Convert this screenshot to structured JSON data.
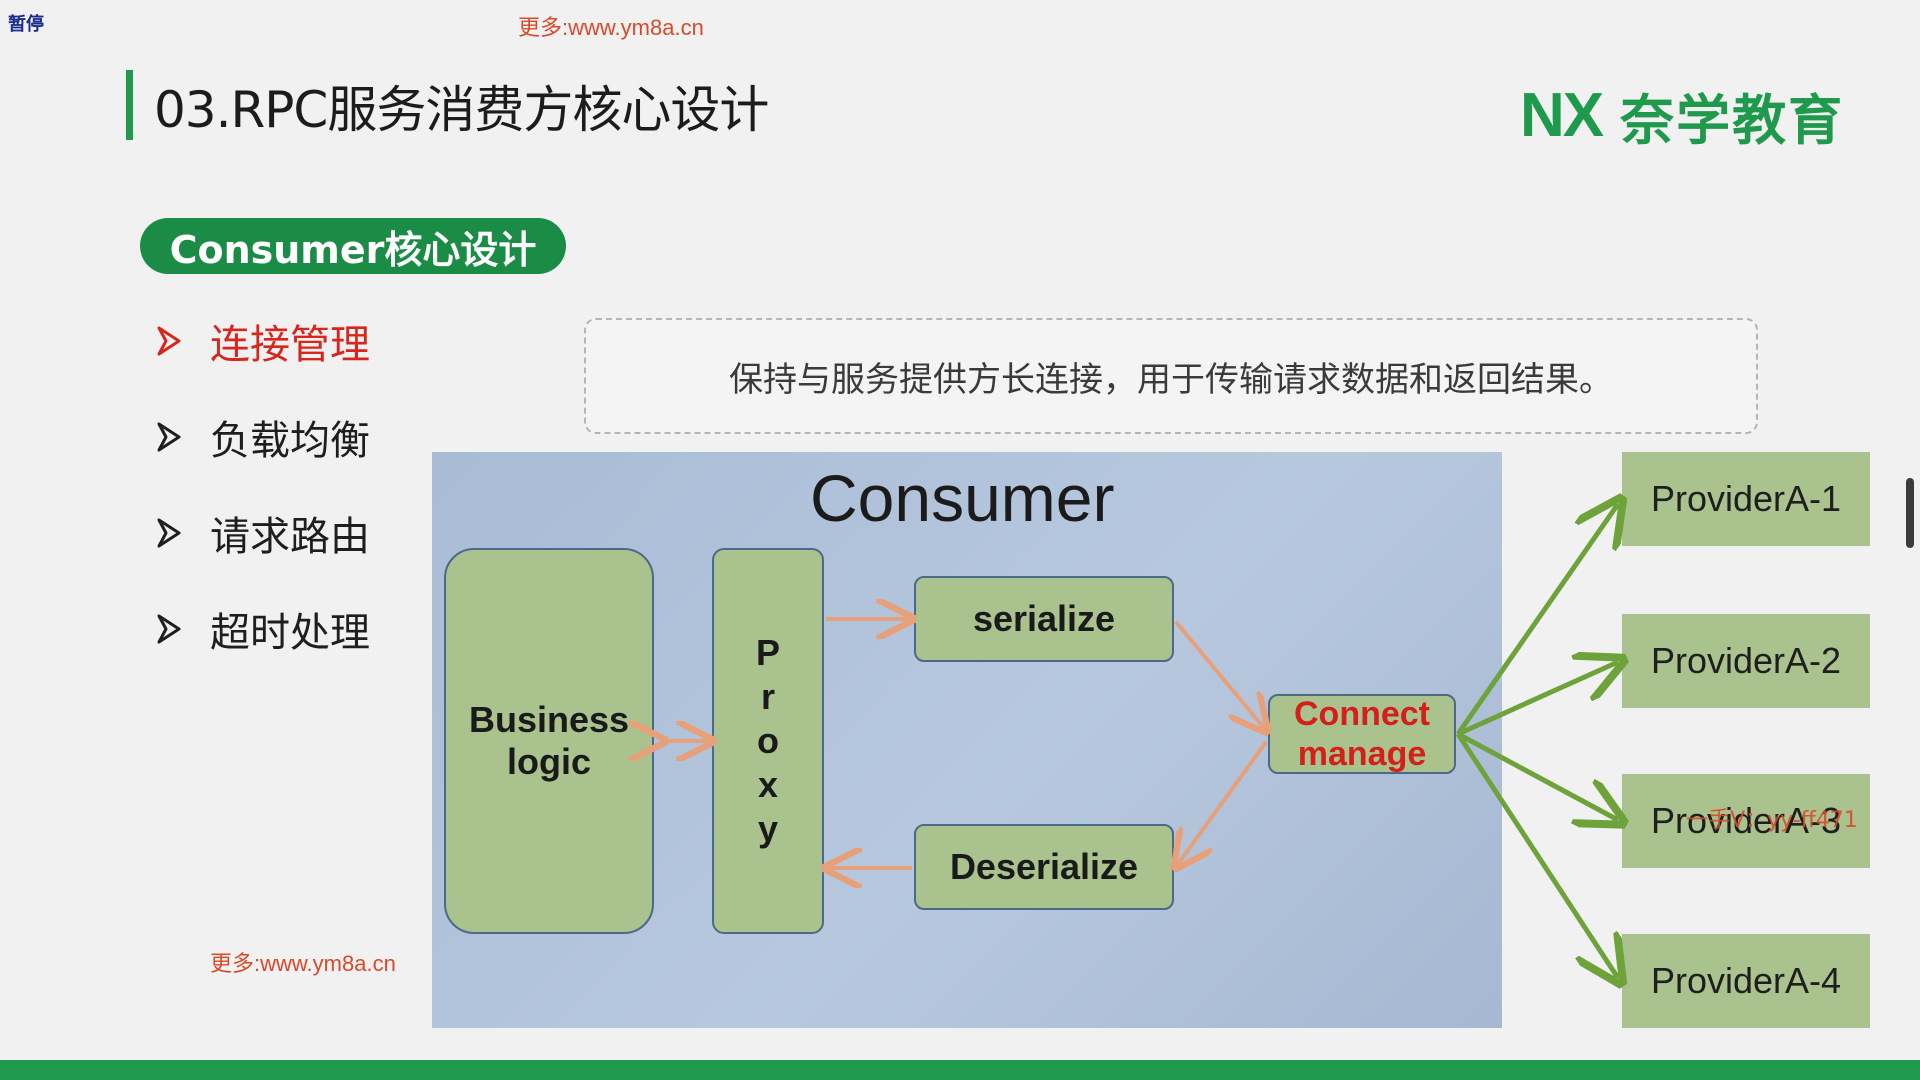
{
  "overlay": {
    "pause_label": "暂停",
    "watermark_top": "更多:www.ym8a.cn",
    "watermark_bottom": "更多:www.ym8a.cn",
    "provider_watermark": "一手V：yy-ff471"
  },
  "slide": {
    "title": "03.RPC服务消费方核心设计",
    "logo_mark": "NX",
    "logo_text": "奈学教育",
    "section_label": "Consumer核心设计",
    "menu": [
      {
        "label": "连接管理",
        "active": true
      },
      {
        "label": "负载均衡",
        "active": false
      },
      {
        "label": "请求路由",
        "active": false
      },
      {
        "label": "超时处理",
        "active": false
      }
    ],
    "description": "保持与服务提供方长连接，用于传输请求数据和返回结果。"
  },
  "diagram": {
    "panel_title": "Consumer",
    "business_logic": "Business logic",
    "proxy_letters": [
      "P",
      "r",
      "o",
      "x",
      "y"
    ],
    "serialize": "serialize",
    "deserialize": "Deserialize",
    "connect_manage_line1": "Connect",
    "connect_manage_line2": "manage",
    "providers": [
      "ProviderA-1",
      "ProviderA-2",
      "ProviderA-3",
      "ProviderA-4"
    ]
  },
  "colors": {
    "brand_green": "#1f9a4c",
    "active_red": "#d8261d",
    "box_green": "#a9c28e",
    "arrow_orange": "#e8a07a",
    "arrow_green": "#6ea23a"
  }
}
